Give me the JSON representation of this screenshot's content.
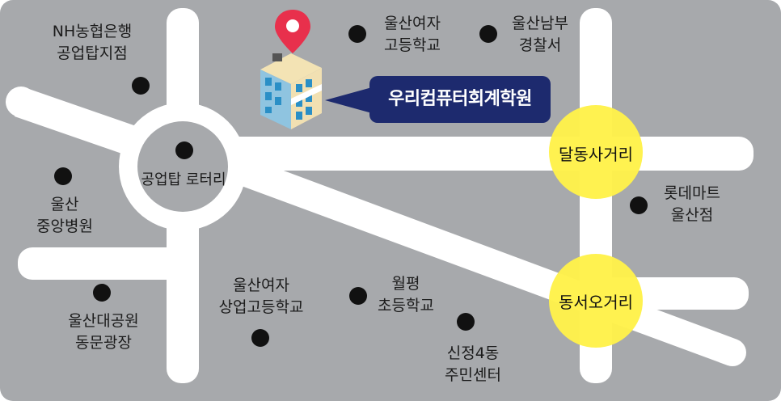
{
  "colors": {
    "background": "#a7a9ac",
    "road": "#ffffff",
    "landmark_dot": "#111111",
    "highlight": "#fff24a",
    "academy_box": "#1d2a6e",
    "pin": "#e8304c"
  },
  "academy": {
    "name": "우리컴퓨터회계학원",
    "icon": "map-pin-icon"
  },
  "intersections": {
    "dalldong": "달동사거리",
    "dongseo": "동서오거리"
  },
  "rotary": {
    "label": "공업탑 로터리"
  },
  "landmarks": {
    "nh_bank": {
      "line1": "NH농협은행",
      "line2": "공업탑지점"
    },
    "girls_high": {
      "line1": "울산여자",
      "line2": "고등학교"
    },
    "police": {
      "line1": "울산남부",
      "line2": "경찰서"
    },
    "hospital": {
      "line1": "울산",
      "line2": "중앙병원"
    },
    "lotte_mart": {
      "line1": "롯데마트",
      "line2": "울산점"
    },
    "park": {
      "line1": "울산대공원",
      "line2": "동문광장"
    },
    "commercial_high": {
      "line1": "울산여자",
      "line2": "상업고등학교"
    },
    "elementary": {
      "line1": "월평",
      "line2": "초등학교"
    },
    "community_center": {
      "line1": "신정4동",
      "line2": "주민센터"
    }
  }
}
